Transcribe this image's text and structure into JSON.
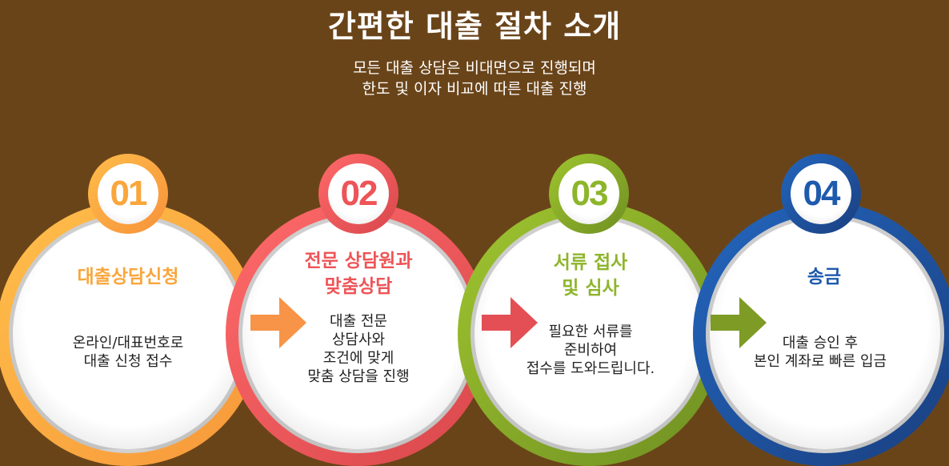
{
  "title": "간편한 대출 절차 소개",
  "subtitle": [
    "모든 대출 상담은 비대면으로 진행되며",
    "한도 및 이자 비교에 따른 대출 진행"
  ],
  "steps": [
    {
      "number": "01",
      "heading": [
        "대출상담신청"
      ],
      "desc": [
        "온라인/대표번호로",
        "대출 신청 접수"
      ],
      "color": "#f9a63c"
    },
    {
      "number": "02",
      "heading": [
        "전문 상담원과",
        "맞춤상담"
      ],
      "desc": [
        "대출 전문",
        "상담사와",
        "조건에 맞게",
        "맞춤 상담을 진행"
      ],
      "color": "#ee5457"
    },
    {
      "number": "03",
      "heading": [
        "서류 접사",
        "및 심사"
      ],
      "desc": [
        "필요한 서류를",
        "준비하여",
        "접수를 도와드립니다."
      ],
      "color": "#8db52b"
    },
    {
      "number": "04",
      "heading": [
        "송금"
      ],
      "desc": [
        "대출 승인 후",
        "본인 계좌로 빠른 입금"
      ],
      "color": "#1e5aad"
    }
  ]
}
